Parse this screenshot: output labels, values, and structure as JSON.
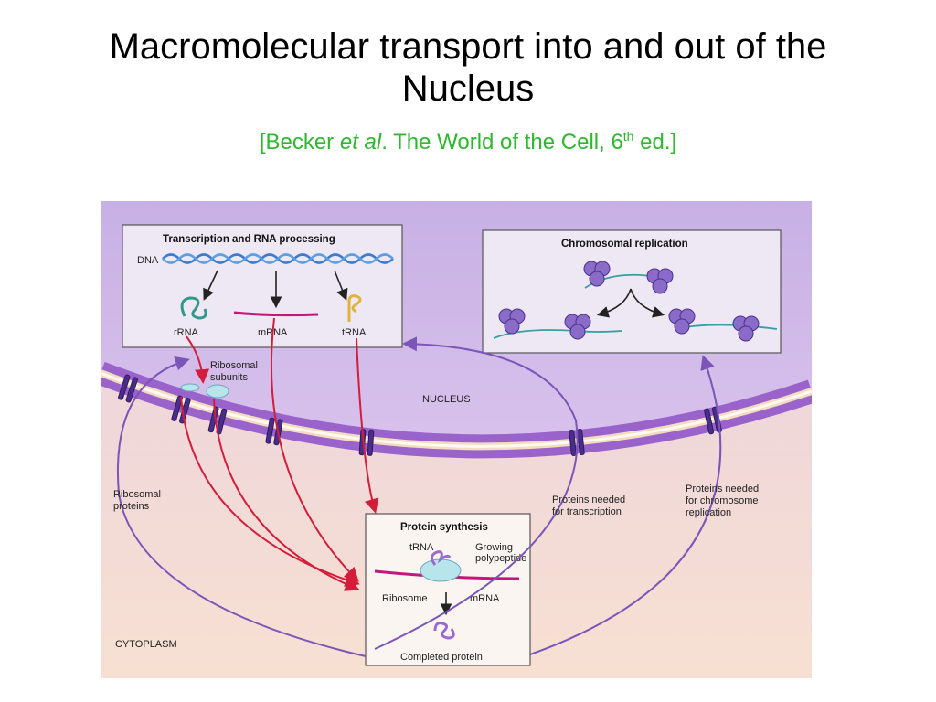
{
  "title": {
    "line1": "Macromolecular transport into and out of the",
    "line2": "Nucleus"
  },
  "citation": {
    "open": "[Becker ",
    "italic": "et al",
    "middle": ". The World of the Cell, 6",
    "sup": "th",
    "close": " ed.]"
  },
  "diagram": {
    "transcription_box": {
      "header": "Transcription and RNA processing",
      "dna": "DNA",
      "rrna": "rRNA",
      "mrna": "mRNA",
      "trna": "tRNA"
    },
    "chromosomal_box": {
      "header": "Chromosomal replication"
    },
    "ribosomal_subunits": {
      "line1": "Ribosomal",
      "line2": "subunits"
    },
    "nucleus": "NUCLEUS",
    "ribosomal_proteins": {
      "line1": "Ribosomal",
      "line2": "proteins"
    },
    "proteins_transcription": {
      "line1": "Proteins needed",
      "line2": "for transcription"
    },
    "proteins_chromosome": {
      "line1": "Proteins needed",
      "line2": "for chromosome",
      "line3": "replication"
    },
    "protein_synthesis_box": {
      "header": "Protein synthesis",
      "trna": "tRNA",
      "growing_line1": "Growing",
      "growing_line2": "polypeptide",
      "ribosome": "Ribosome",
      "mrna": "mRNA",
      "completed": "Completed protein"
    },
    "cytoplasm": "CYTOPLASM"
  },
  "colors": {
    "nucleoplasm": "#cbb2e6",
    "cytoplasm": "#f2d6d2",
    "envelope": "#8a4fc4",
    "red_arrow": "#d21e3a",
    "purple_arrow": "#7b55b8",
    "citation": "#2db82d"
  }
}
